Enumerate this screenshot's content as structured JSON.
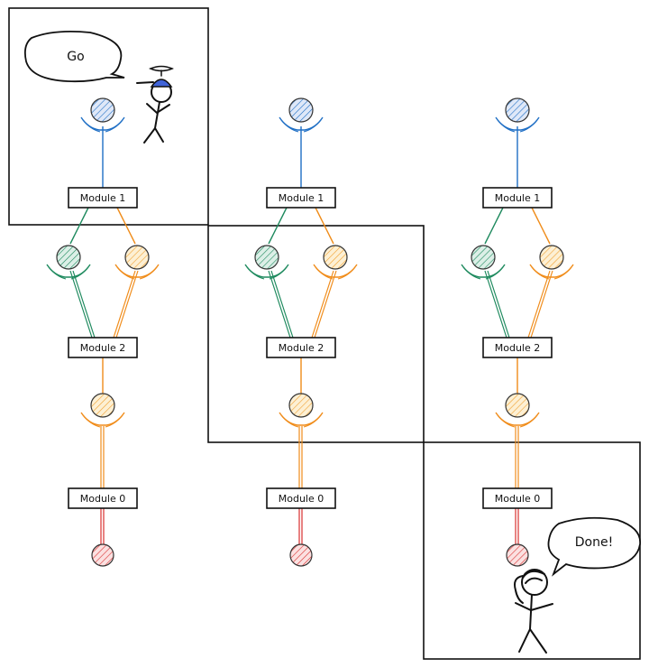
{
  "colors": {
    "blue": "#1f6fc5",
    "green": "#1e8a5e",
    "orange": "#f08c1a",
    "red": "#d9302f",
    "blue_fill": "#a9bfe8",
    "green_fill": "#a8d8c4",
    "orange_fill": "#fbe0a6",
    "red_fill": "#f4b9b9",
    "ink": "#111111"
  },
  "modules": {
    "m1": "Module 1",
    "m2": "Module 2",
    "m0": "Module 0"
  },
  "speech": {
    "start": "Go",
    "end": "Done!"
  },
  "columns": [
    "column-1",
    "column-2",
    "column-3"
  ]
}
